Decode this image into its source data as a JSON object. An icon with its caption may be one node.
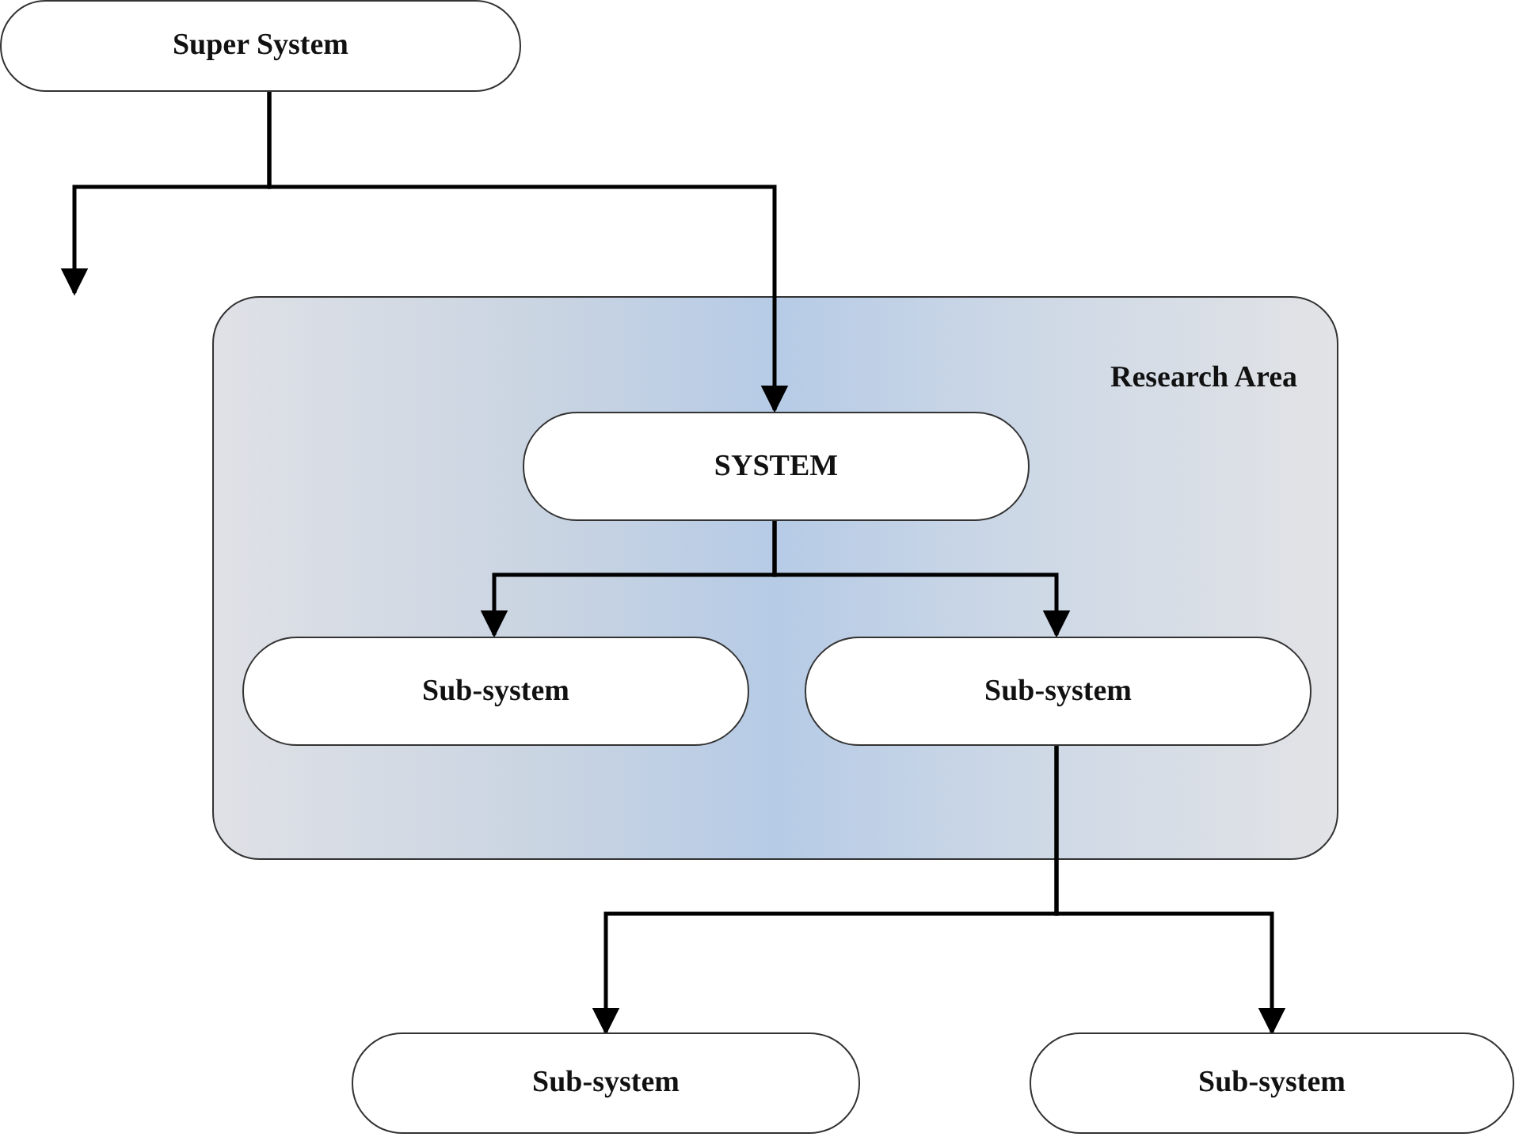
{
  "diagram": {
    "nodes": [
      {
        "text": [
          "Super System"
        ]
      },
      {
        "text": [
          "Research Area"
        ]
      },
      {
        "text": [
          "SYSTEM"
        ],
        "in": 1
      },
      {
        "text": [
          "Sub-system"
        ],
        "in": 1
      },
      {
        "text": [
          "Sub-system"
        ],
        "in": 1
      },
      {
        "text": [
          "Sub-system"
        ]
      },
      {
        "text": [
          "Sub-system"
        ]
      }
    ],
    "edges": [
      {
        "from": 0,
        "to": null,
        "arrow": "to"
      },
      {
        "from": 0,
        "to": 2,
        "arrow": "to"
      },
      {
        "from": 2,
        "to": 3,
        "arrow": "to"
      },
      {
        "from": 2,
        "to": 4,
        "arrow": "to"
      },
      {
        "from": 4,
        "to": 5,
        "arrow": "to"
      },
      {
        "from": 4,
        "to": 6,
        "arrow": "to"
      }
    ]
  }
}
